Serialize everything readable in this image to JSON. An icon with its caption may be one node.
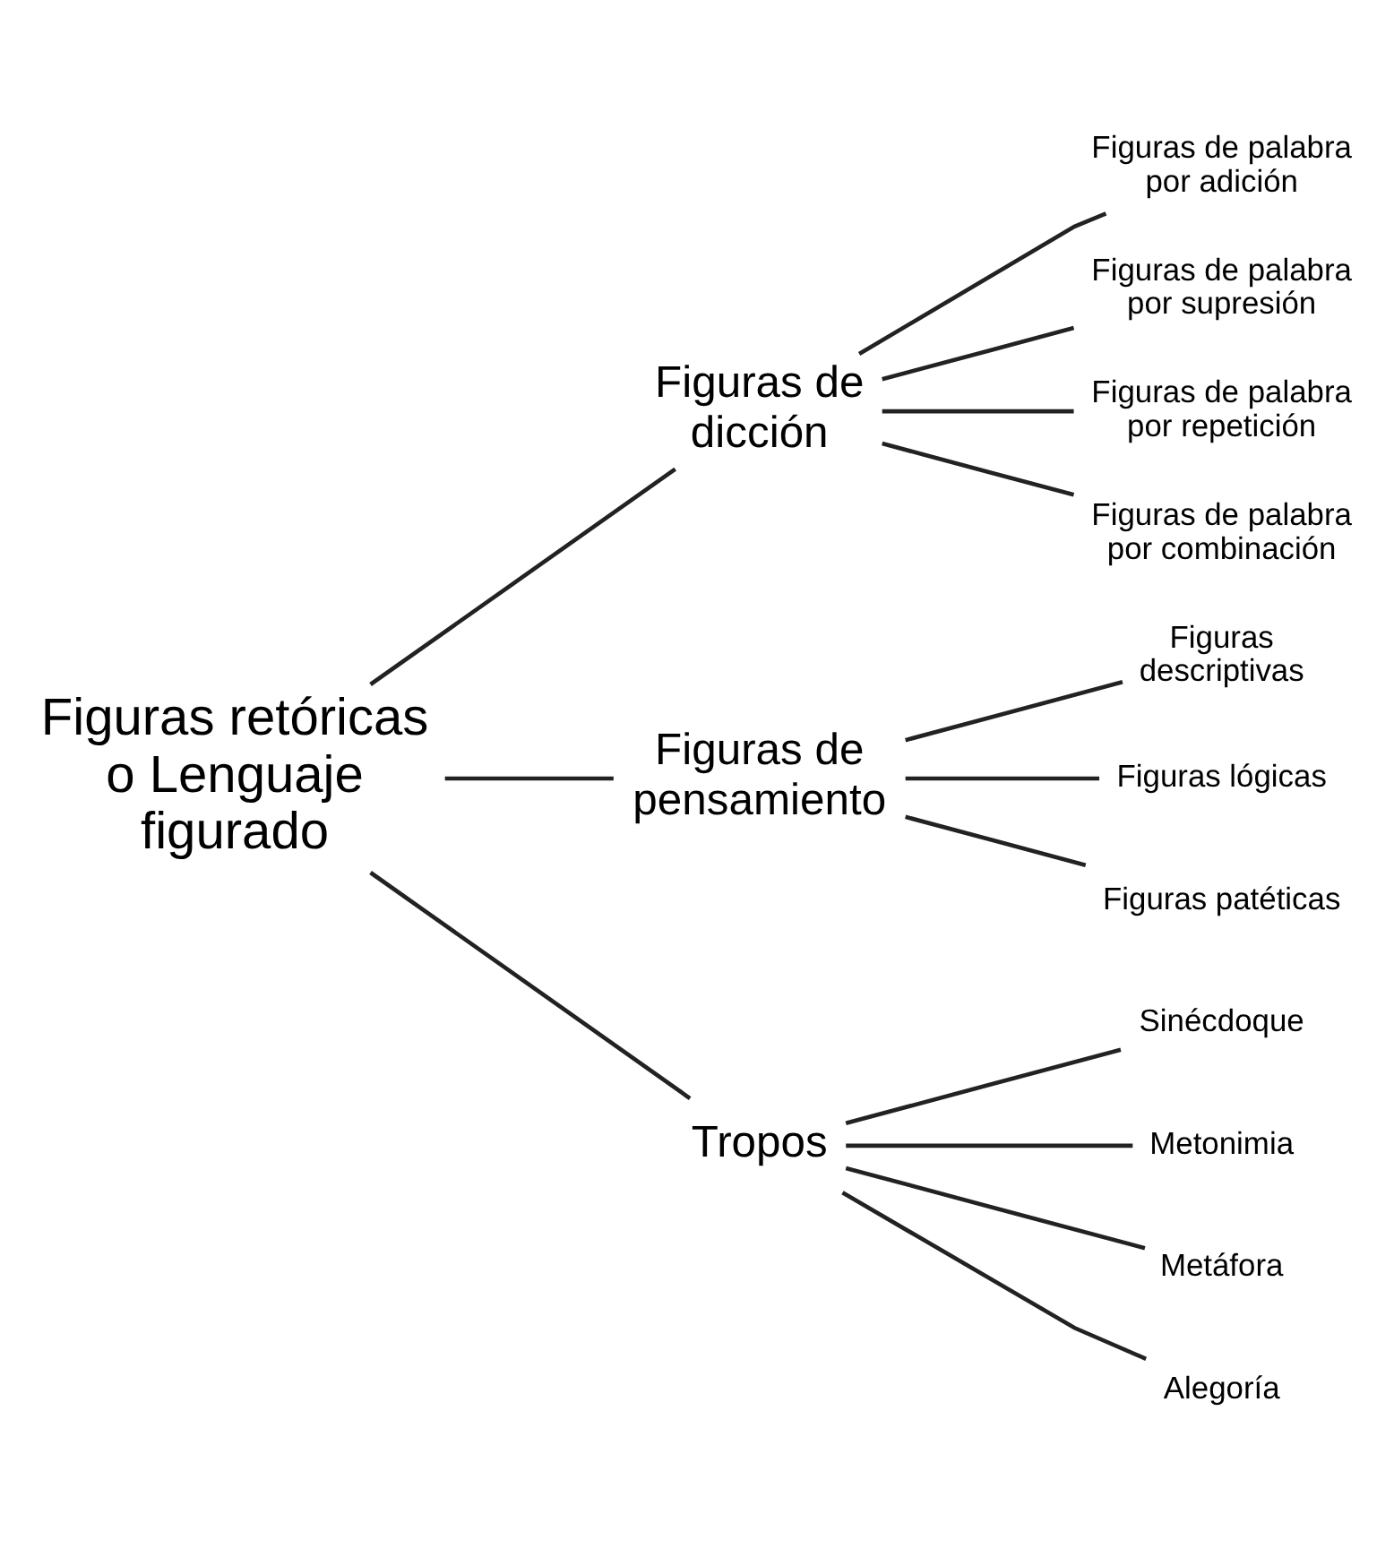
{
  "diagram": {
    "nodes": [
      {
        "text": [
          "Figuras retóricas o Lenguaje figurado"
        ]
      },
      {
        "text": [
          "Figuras de dicción"
        ]
      },
      {
        "text": [
          "Figuras de palabra por adición"
        ]
      },
      {
        "text": [
          "Figuras de palabra por supresión"
        ]
      },
      {
        "text": [
          "Figuras de palabra por repetición"
        ]
      },
      {
        "text": [
          "Figuras de palabra por combinación"
        ]
      },
      {
        "text": [
          "Figuras de pensamiento"
        ]
      },
      {
        "text": [
          "Figuras descriptivas"
        ]
      },
      {
        "text": [
          "Figuras lógicas"
        ]
      },
      {
        "text": [
          "Figuras patéticas"
        ]
      },
      {
        "text": [
          "Tropos"
        ]
      },
      {
        "text": [
          "Sinécdoque"
        ]
      },
      {
        "text": [
          "Metonimia"
        ]
      },
      {
        "text": [
          "Metáfora"
        ]
      },
      {
        "text": [
          "Alegoría"
        ]
      }
    ],
    "edges": [
      {
        "from": 0,
        "to": 1,
        "arrow": "none"
      },
      {
        "from": 0,
        "to": 6,
        "arrow": "none"
      },
      {
        "from": 0,
        "to": 10,
        "arrow": "none"
      },
      {
        "from": 1,
        "to": 2,
        "arrow": "none"
      },
      {
        "from": 1,
        "to": 3,
        "arrow": "none"
      },
      {
        "from": 1,
        "to": 4,
        "arrow": "none"
      },
      {
        "from": 1,
        "to": 5,
        "arrow": "none"
      },
      {
        "from": 6,
        "to": 7,
        "arrow": "none"
      },
      {
        "from": 6,
        "to": 8,
        "arrow": "none"
      },
      {
        "from": 6,
        "to": 9,
        "arrow": "none"
      },
      {
        "from": 10,
        "to": 11,
        "arrow": "none"
      },
      {
        "from": 10,
        "to": 12,
        "arrow": "none"
      },
      {
        "from": 10,
        "to": 13,
        "arrow": "none"
      },
      {
        "from": 10,
        "to": 14,
        "arrow": "none"
      }
    ]
  }
}
